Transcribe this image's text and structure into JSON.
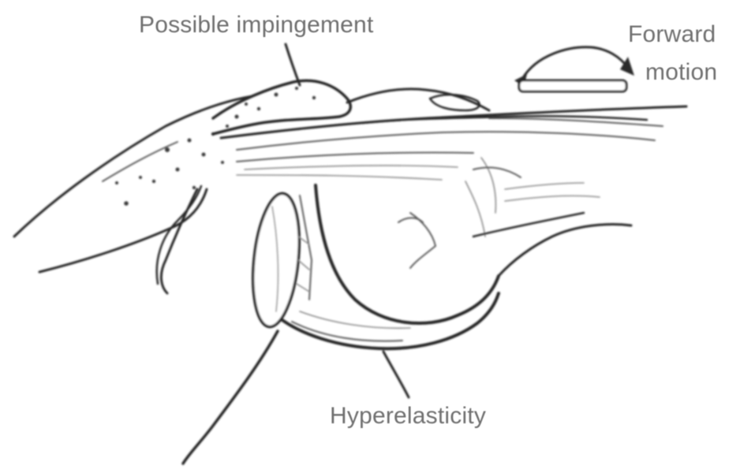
{
  "labels": {
    "impingement": "Possible impingement",
    "forward_motion_line1": "Forward",
    "forward_motion_line2": "motion",
    "hyperelasticity": "Hyperelasticity"
  },
  "colors": {
    "ink": "#262626",
    "label_text": "#6f6f6f",
    "background": "#ffffff"
  }
}
